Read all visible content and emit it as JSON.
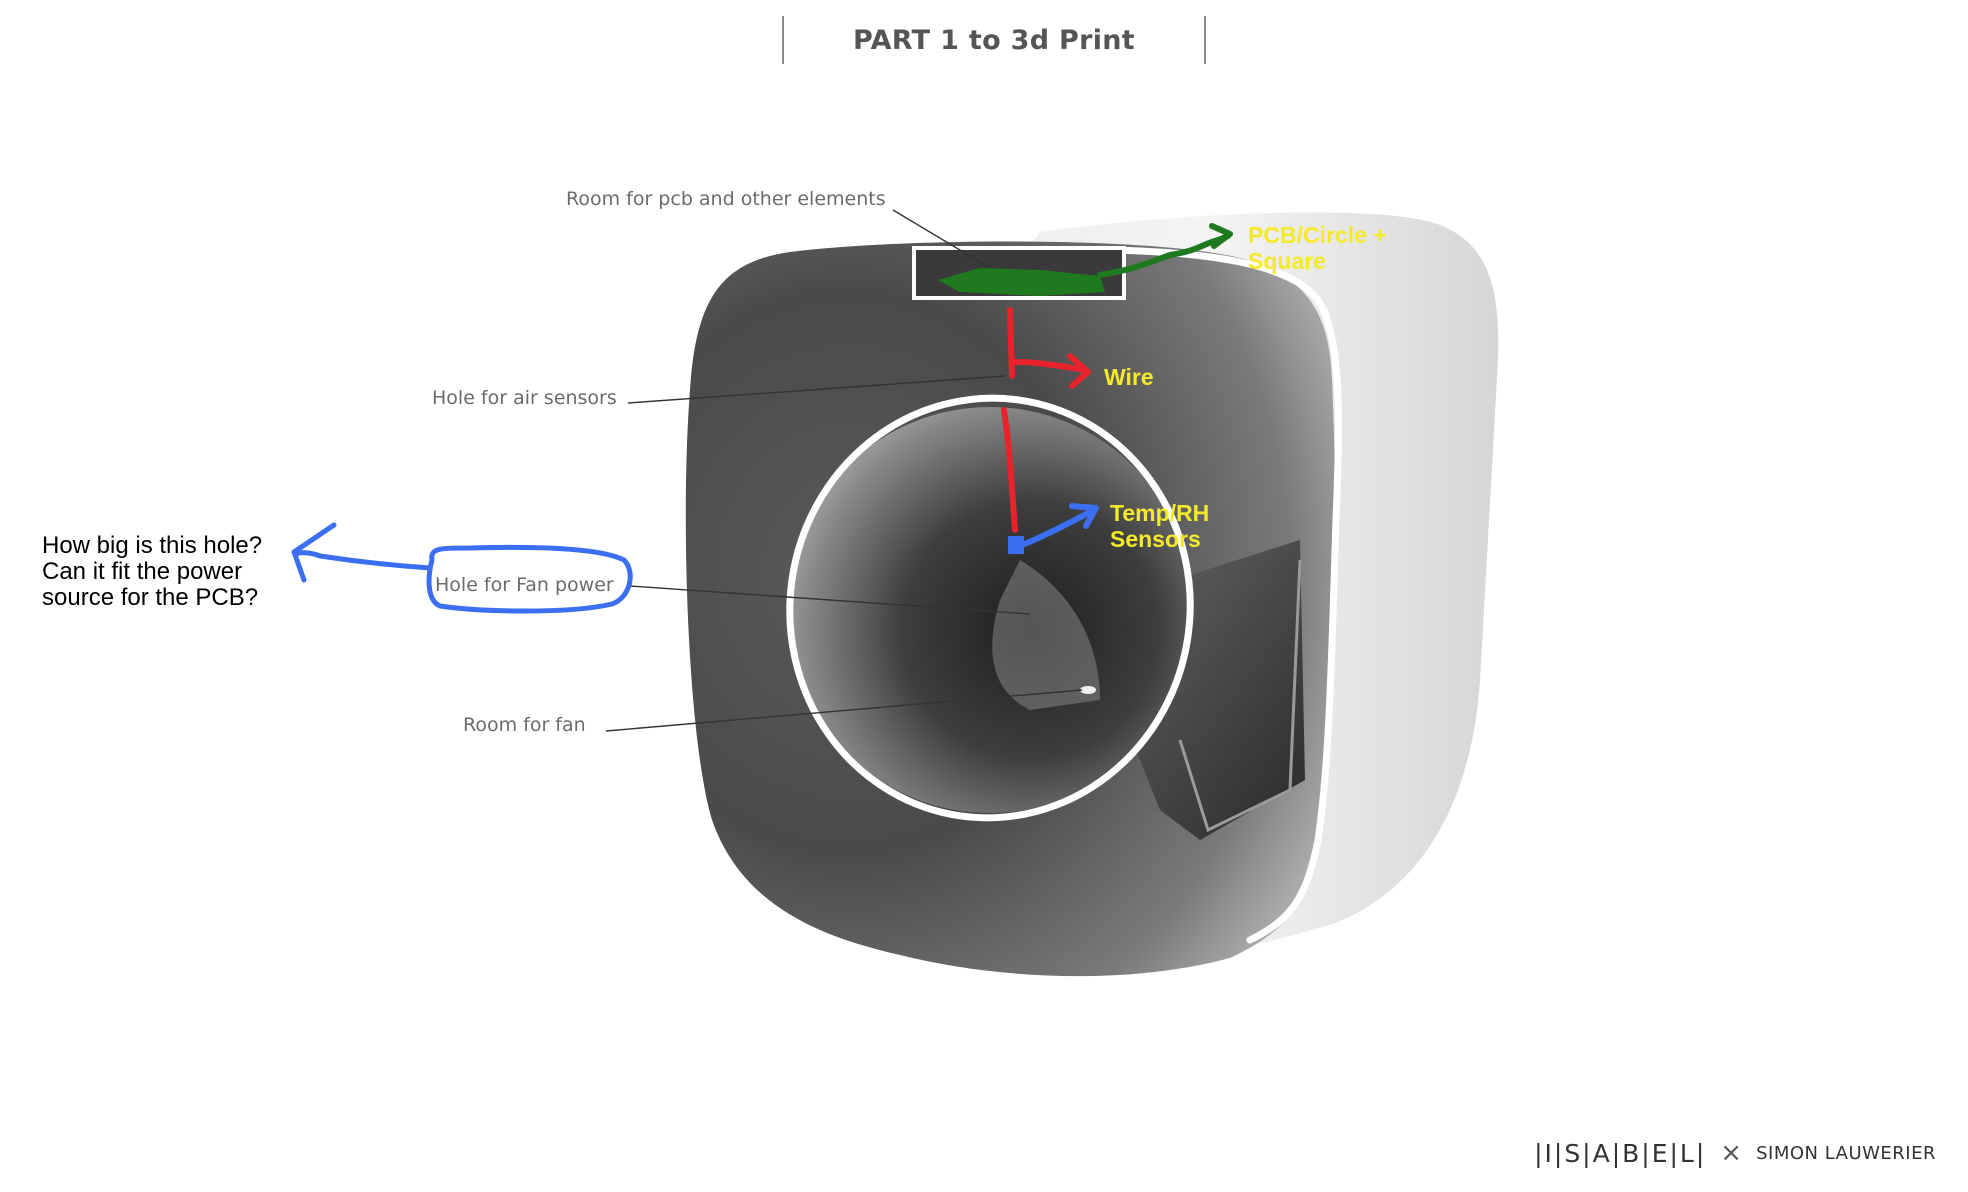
{
  "title": "PART 1 to 3d Print",
  "labels": {
    "pcb_room": "Room for pcb and other elements",
    "air_sensors": "Hole for air sensors",
    "fan_power": "Hole for Fan power",
    "fan_room": "Room for fan"
  },
  "annotations": {
    "pcb_line1": "PCB/Circle +",
    "pcb_line2": "Square",
    "wire": "Wire",
    "sensor_line1": "Temp/RH",
    "sensor_line2": "Sensors"
  },
  "question": {
    "line1": "How big is this hole?",
    "line2": "Can it fit the power",
    "line3": "source for the PCB?"
  },
  "footer": {
    "brand": "|I|S|A|B|E|L|",
    "separator": "×",
    "author": "SIMON LAUWERIER"
  },
  "colors": {
    "pcb_marker": "#1f7a1f",
    "wire_marker": "#e8232b",
    "sensor_marker": "#3b6ef0",
    "highlight_text": "#f5ea2a",
    "question_marker": "#3b6ef0"
  }
}
